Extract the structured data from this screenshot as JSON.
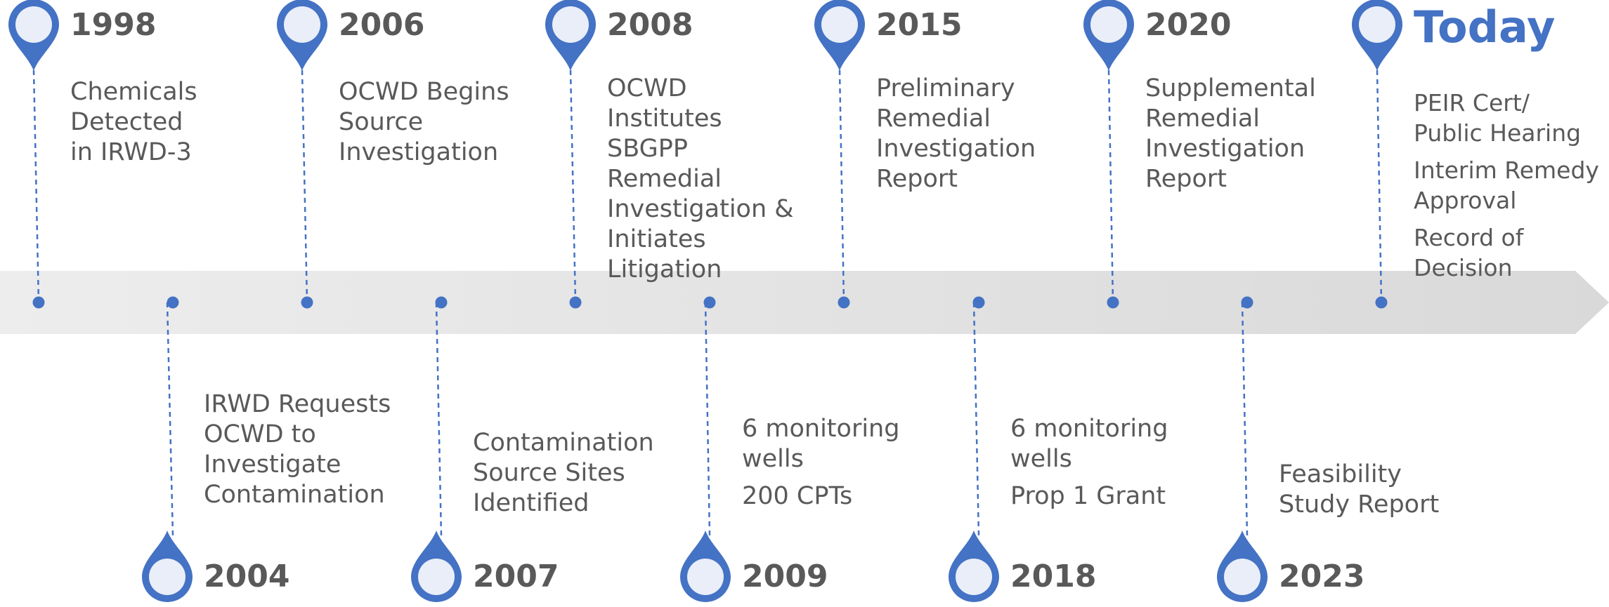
{
  "colors": {
    "accent": "#4472C4",
    "pin_fill": "#E9EEF8",
    "text": "#595959",
    "arrow_light": "#EDEDED",
    "arrow_dark": "#D6D6D6"
  },
  "events": [
    {
      "year": "1998",
      "lines": [
        "Chemicals",
        "Detected",
        "in IRWD-3"
      ]
    },
    {
      "year": "2004",
      "lines": [
        "IRWD Requests",
        "OCWD to",
        "Investigate",
        "Contamination"
      ]
    },
    {
      "year": "2006",
      "lines": [
        "OCWD Begins",
        "Source",
        "Investigation"
      ]
    },
    {
      "year": "2007",
      "lines": [
        "Contamination",
        "Source Sites",
        "Identified"
      ]
    },
    {
      "year": "2008",
      "lines": [
        "OCWD",
        "Institutes",
        "SBGPP",
        "Remedial",
        "Investigation &",
        "Initiates",
        "Litigation"
      ]
    },
    {
      "year": "2009",
      "lines": [
        "6 monitoring",
        "wells",
        "200 CPTs"
      ]
    },
    {
      "year": "2015",
      "lines": [
        "Preliminary",
        "Remedial",
        "Investigation",
        "Report"
      ]
    },
    {
      "year": "2018",
      "lines": [
        "6 monitoring",
        "wells",
        "Prop 1 Grant"
      ]
    },
    {
      "year": "2020",
      "lines": [
        "Supplemental",
        "Remedial",
        "Investigation",
        "Report"
      ]
    },
    {
      "year": "2023",
      "lines": [
        "Feasibility",
        "Study Report"
      ]
    },
    {
      "year": "Today",
      "lines": [
        "PEIR Cert/",
        "Public Hearing",
        "Interim Remedy",
        "Approval",
        "Record of",
        "Decision"
      ]
    }
  ]
}
